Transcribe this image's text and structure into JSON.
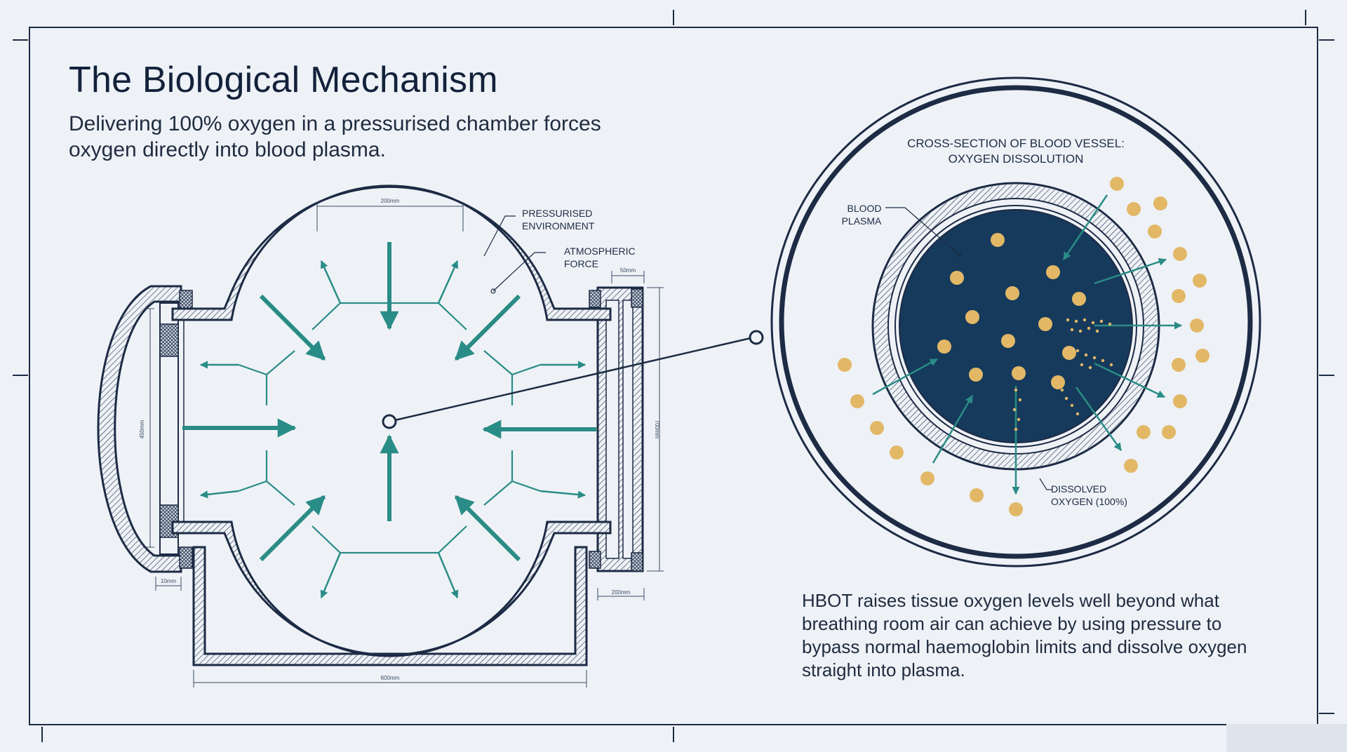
{
  "header": {
    "title": "The Biological Mechanism",
    "subtitle": "Delivering 100% oxygen in a pressurised chamber forces oxygen directly into blood plasma."
  },
  "chamber": {
    "label_pressurised": [
      "PRESSURISED",
      "ENVIRONMENT"
    ],
    "label_atmospheric": [
      "ATMOSPHERIC",
      "FORCE"
    ],
    "dimensions": {
      "top": "200mm",
      "bottom": "600mm",
      "left": "450mm",
      "right": "700mm",
      "door_top": "50mm",
      "left_foot": "10mm",
      "right_foot": "200mm"
    }
  },
  "vessel": {
    "title": [
      "CROSS-SECTION OF BLOOD VESSEL:",
      "OXYGEN DISSOLUTION"
    ],
    "label_plasma": [
      "BLOOD",
      "PLASMA"
    ],
    "label_oxygen": [
      "DISSOLVED",
      "OXYGEN (100%)"
    ]
  },
  "description": "HBOT raises tissue oxygen levels well beyond what breathing room air can achieve by using pressure to bypass normal haemoglobin limits and dissolve oxygen straight into plasma.",
  "colors": {
    "navy": "#1d2b44",
    "teal": "#2a8c86",
    "plasma": "#163a5c",
    "oxygen": "#e2b867",
    "background": "#eef2f7"
  }
}
